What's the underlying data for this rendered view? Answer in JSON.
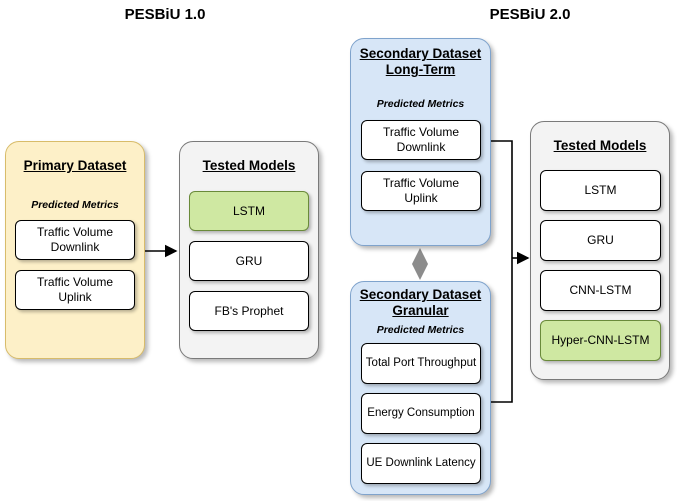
{
  "titles": {
    "left": "PESBiU 1.0",
    "right": "PESBiU 2.0"
  },
  "primary": {
    "title": "Primary Dataset",
    "subtitle": "Predicted Metrics",
    "items": [
      "Traffic Volume\nDownlink",
      "Traffic Volume\nUplink"
    ]
  },
  "tested1": {
    "title": "Tested Models",
    "items": [
      "LSTM",
      "GRU",
      "FB's Prophet"
    ],
    "highlighted_index": 0
  },
  "secondary_long": {
    "title": "Secondary Dataset\nLong-Term",
    "subtitle": "Predicted Metrics",
    "items": [
      "Traffic Volume\nDownlink",
      "Traffic Volume\nUplink"
    ]
  },
  "secondary_granular": {
    "title": "Secondary Dataset\nGranular",
    "subtitle": "Predicted Metrics",
    "items": [
      "Total Port Throughput",
      "Energy Consumption",
      "UE Downlink Latency"
    ]
  },
  "tested2": {
    "title": "Tested Models",
    "items": [
      "LSTM",
      "GRU",
      "CNN-LSTM",
      "Hyper-CNN-LSTM"
    ],
    "highlighted_index": 3
  },
  "colors": {
    "primary_fill": "#fdf0c8",
    "tested_fill": "#f3f3f3",
    "secondary_fill": "#d7e6f7",
    "highlight_fill": "#cfe8a2"
  },
  "icons": {
    "bidirectional": "double-arrow-icon",
    "flow": "arrow-right-icon"
  }
}
